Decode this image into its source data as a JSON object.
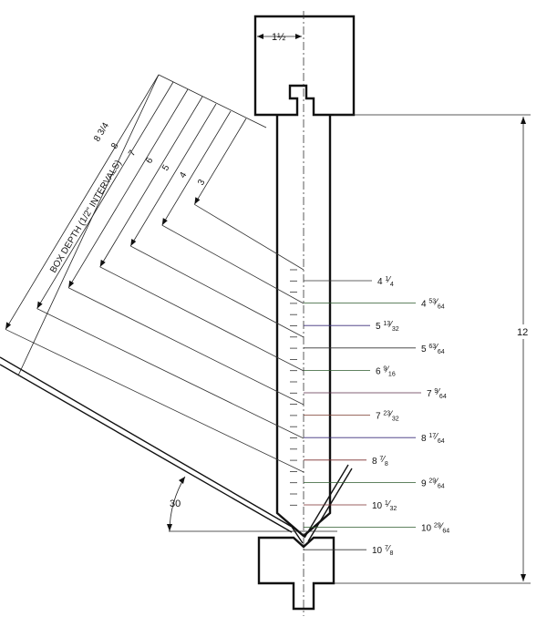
{
  "diagram": {
    "punch_width": {
      "whole": "1",
      "frac": "½"
    },
    "height": "12",
    "angle": "30",
    "depth_axis_label": "BOX DEPTH (1/2\" INTERVALS)",
    "depth_labels": [
      "3",
      "4",
      "5",
      "6",
      "7",
      "8",
      "8 3/4"
    ],
    "measurements": [
      {
        "whole": "4",
        "num": "1",
        "den": "4"
      },
      {
        "whole": "4",
        "num": "53",
        "den": "64"
      },
      {
        "whole": "5",
        "num": "13",
        "den": "32"
      },
      {
        "whole": "5",
        "num": "63",
        "den": "64"
      },
      {
        "whole": "6",
        "num": "9",
        "den": "16"
      },
      {
        "whole": "7",
        "num": "9",
        "den": "64"
      },
      {
        "whole": "7",
        "num": "23",
        "den": "32"
      },
      {
        "whole": "8",
        "num": "17",
        "den": "64"
      },
      {
        "whole": "8",
        "num": "7",
        "den": "8"
      },
      {
        "whole": "9",
        "num": "29",
        "den": "64"
      },
      {
        "whole": "10",
        "num": "1",
        "den": "32"
      },
      {
        "whole": "10",
        "num": "29",
        "den": "64"
      },
      {
        "whole": "10",
        "num": "7",
        "den": "8"
      }
    ]
  }
}
